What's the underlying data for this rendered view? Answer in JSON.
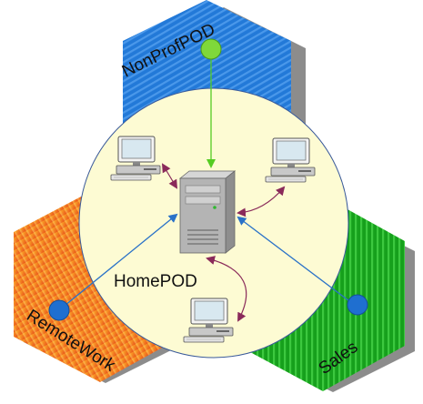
{
  "diagram": {
    "center_label": "HomePOD",
    "pods": [
      {
        "name": "NonProfPOD",
        "color": "#1f6fd0"
      },
      {
        "name": "RemoteWork",
        "color": "#f07a1a"
      },
      {
        "name": "Sales",
        "color": "#1aa51f"
      }
    ],
    "nodes": {
      "server": "server-icon",
      "workstations": [
        "workstation-icon",
        "workstation-icon",
        "workstation-icon"
      ]
    },
    "colors": {
      "circle_fill": "#fdfbd3",
      "link_nonprof": "#55cc22",
      "link_remote_sales": "#2a72c8",
      "link_local": "#8a2a5a"
    }
  }
}
